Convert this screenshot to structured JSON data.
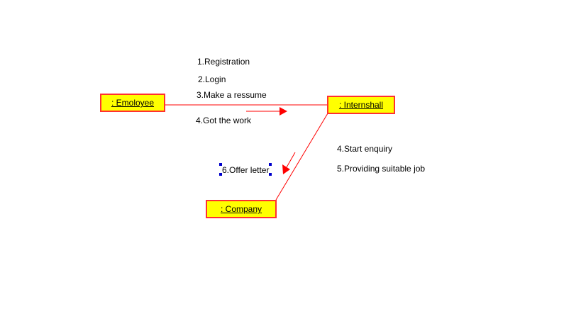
{
  "objects": {
    "employee": ": Emoloyee",
    "internshall": ": Internshall",
    "company": ": Company"
  },
  "messages": {
    "m1": "1.Registration",
    "m2": "2.Login",
    "m3": "3.Make a ressume",
    "m4": "4.Got the work",
    "m5": "4.Start enquiry",
    "m6": "5.Providing suitable job",
    "m7": "6.Offer letter"
  },
  "colors": {
    "object_fill": "#ffff00",
    "object_border": "#ff3030",
    "link": "#ff0000",
    "selection_handle": "#0000cc"
  }
}
